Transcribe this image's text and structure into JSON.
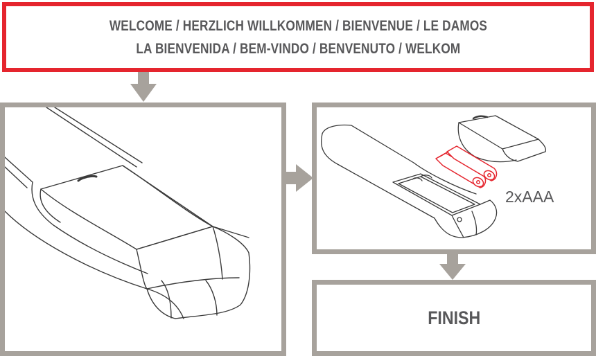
{
  "banner": {
    "line1": "WELCOME / HERZLICH WILLKOMMEN / BIENVENUE / LE DAMOS",
    "line2": "LA BIENVENIDA / BEM-VINDO / BENVENUTO / WELKOM"
  },
  "step2": {
    "battery_label": "2xAAA"
  },
  "finish": {
    "label": "FINISH"
  },
  "colors": {
    "banner_border": "#e5252e",
    "panel_border": "#a7a29c",
    "arrow": "#a7a29c",
    "text": "#58585a",
    "battery": "#e5252e"
  }
}
